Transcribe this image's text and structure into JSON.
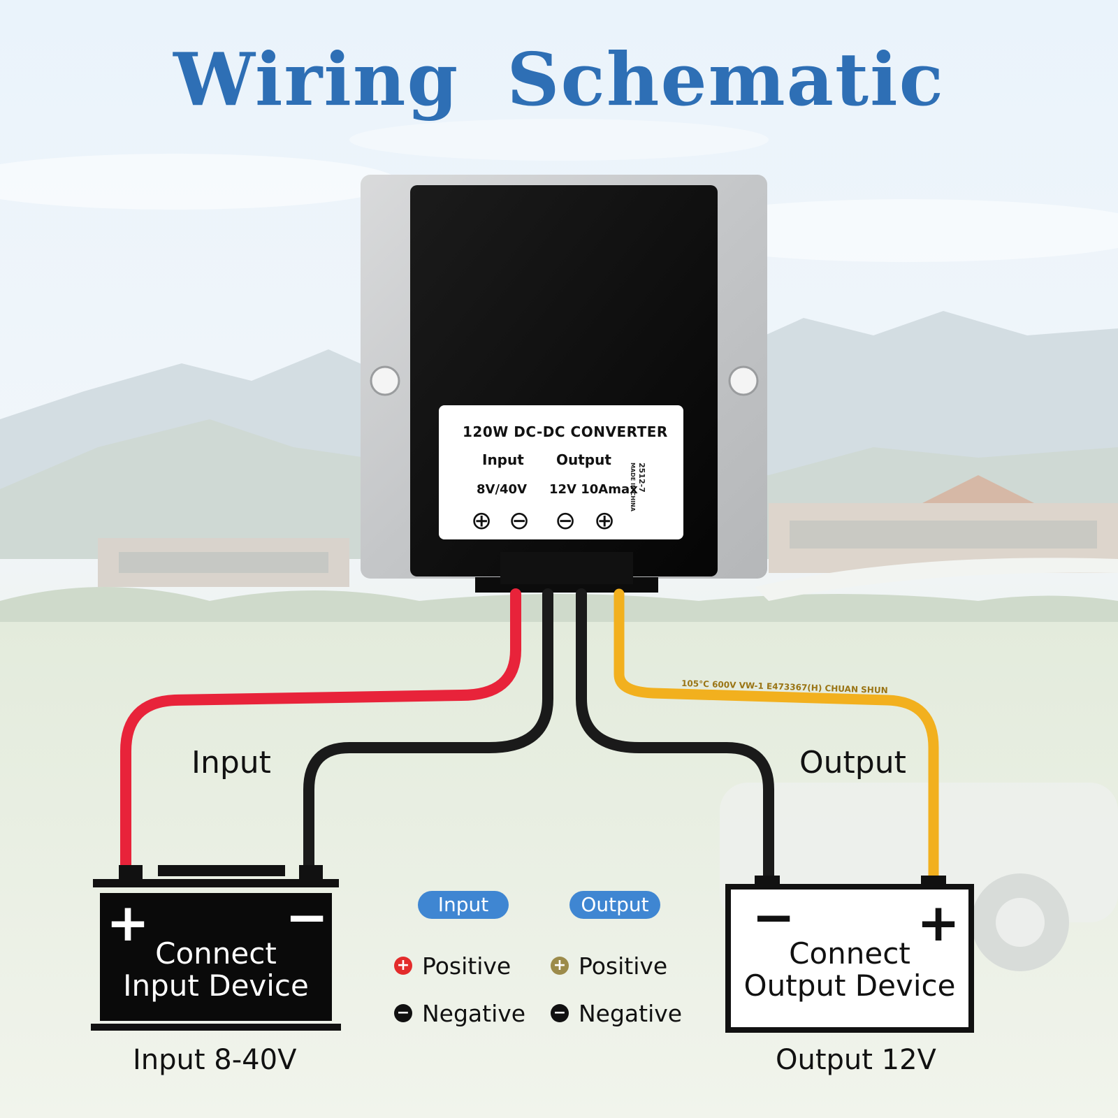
{
  "title": "Wiring Schematic",
  "device_label": {
    "name": "120W DC-DC CONVERTER",
    "input_heading": "Input",
    "output_heading": "Output",
    "input_range": "8V/40V",
    "output_rating": "12V 10Amax",
    "model": "2512-7",
    "origin": "MADE IN CHINA",
    "terminal_marks": [
      "⊕",
      "⊖",
      "⊖",
      "⊕"
    ]
  },
  "wire_labels": {
    "input": "Input",
    "output": "Output"
  },
  "input_device": {
    "plus": "+",
    "minus": "−",
    "line1": "Connect",
    "line2": "Input Device",
    "voltage": "Input 8-40V"
  },
  "output_device": {
    "plus": "+",
    "minus": "−",
    "line1": "Connect",
    "line2": "Output Device",
    "voltage": "Output 12V"
  },
  "cable_print": "105°C 600V VW-1 E473367(H) CHUAN SHUN",
  "legend": {
    "input_title": "Input",
    "output_title": "Output",
    "input_positive": "Positive",
    "input_negative": "Negative",
    "output_positive": "Positive",
    "output_negative": "Negative",
    "plus_glyph": "+",
    "minus_glyph": "−"
  },
  "colors": {
    "title": "#2e6fb5",
    "pill": "#3f86d2",
    "red_wire": "#e8233a",
    "black_wire": "#1a1a1a",
    "yellow_wire": "#f2b01e",
    "input_positive_dot": "#e32b2b",
    "output_positive_dot": "#9c8b4a",
    "negative_dot": "#111111"
  },
  "icons": [
    "plus-icon",
    "minus-icon",
    "circle-plus-icon",
    "circle-minus-icon"
  ]
}
